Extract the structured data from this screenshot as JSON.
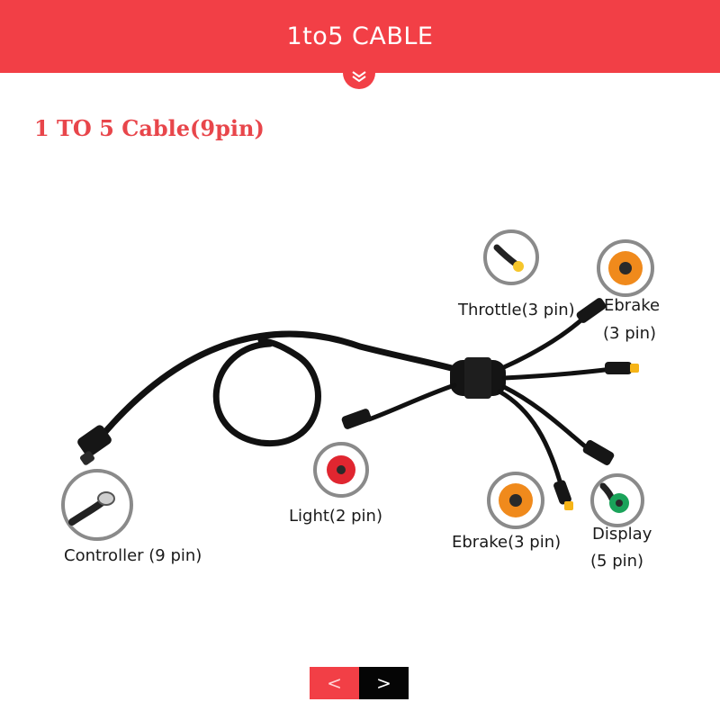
{
  "header": {
    "title": "1to5 CABLE"
  },
  "content": {
    "subtitle": "1 TO 5 Cable(9pin)",
    "labels": {
      "throttle": "Throttle(3 pin)",
      "ebrake_top_line1": "Ebrake",
      "ebrake_top_line2": "(3 pin)",
      "light": "Light(2 pin)",
      "controller": "Controller (9 pin)",
      "ebrake_bottom": "Ebrake(3 pin)",
      "display_line1": "Display",
      "display_line2": "(5 pin)"
    }
  },
  "pager": {
    "prev_label": "<",
    "next_label": ">"
  },
  "colors": {
    "header_red": "#f23f46",
    "cable_black": "#111111",
    "connector_yellow": "#f6b417",
    "connector_orange": "#f08a1c",
    "connector_red": "#e02630",
    "connector_green": "#1aa35a"
  }
}
